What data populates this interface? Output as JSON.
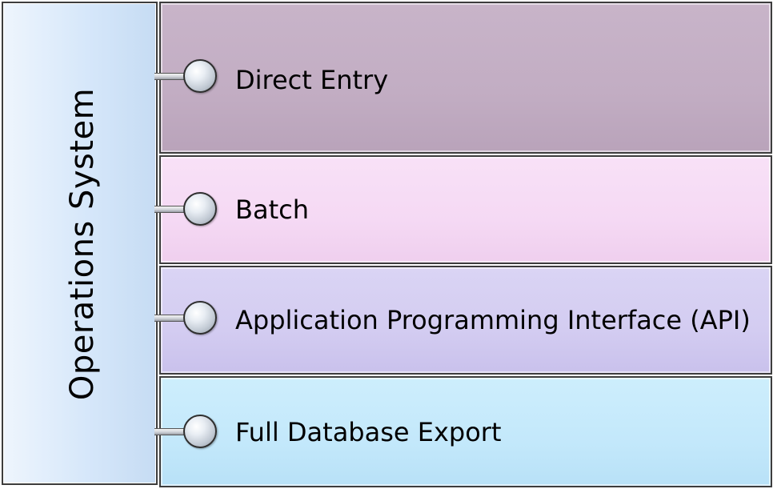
{
  "diagram": {
    "left_title": "Operations System",
    "items": [
      {
        "label": "Direct Entry",
        "color": "#c2adc3"
      },
      {
        "label": "Batch",
        "color": "#f5d9f4"
      },
      {
        "label": "Application Programming Interface (API)",
        "color": "#d3ccf1"
      },
      {
        "label": "Full Database Export",
        "color": "#c3e8fb"
      }
    ],
    "left_panel_color": "#d6e7fa"
  }
}
